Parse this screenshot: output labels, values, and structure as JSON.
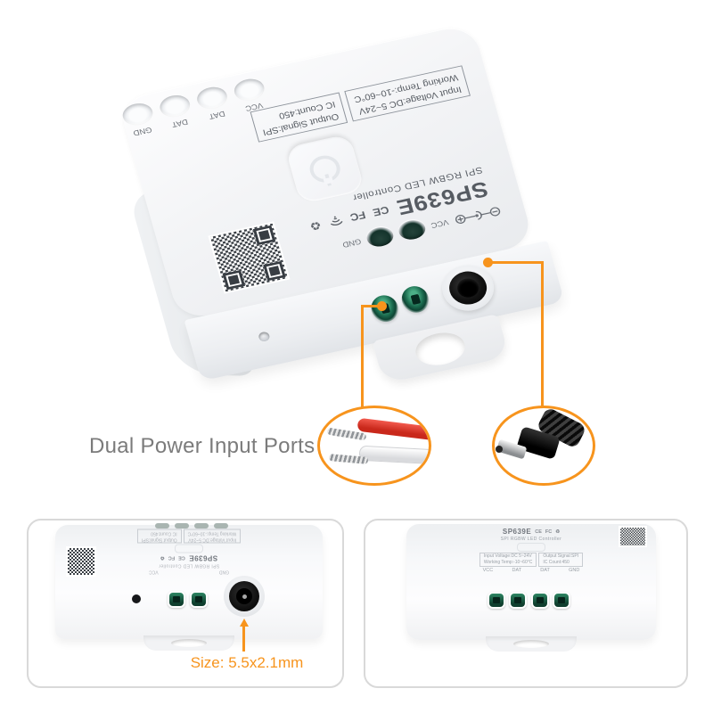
{
  "colors": {
    "accent_orange": "#F7941D",
    "caption_gray": "#7B7B7B",
    "print_gray": "#5A5F66",
    "terminal_green": "#1E6B4F",
    "panel_border": "#D9D9D9",
    "background": "#FFFFFF"
  },
  "device": {
    "brand": "SP639E",
    "subtitle": "SPI RGBW LED Controller",
    "cert_ce": "CE",
    "cert_fcc": "FC",
    "recycle_glyph": "♻",
    "top_ports": [
      "VCC",
      "DAT",
      "DAT",
      "GND"
    ],
    "spec_boxes": [
      {
        "line1": "Input Voltage:DC 5~24V",
        "line2": "Working Temp:-10~60°C"
      },
      {
        "line1": "Output Signal:SPI",
        "line2": "IC Count:450"
      }
    ],
    "aux_labels": {
      "left": "GND",
      "right": "VCC"
    }
  },
  "callout": {
    "caption": "Dual Power Input Ports"
  },
  "front_view": {
    "size_label": "Size: 5.5x2.1mm"
  }
}
